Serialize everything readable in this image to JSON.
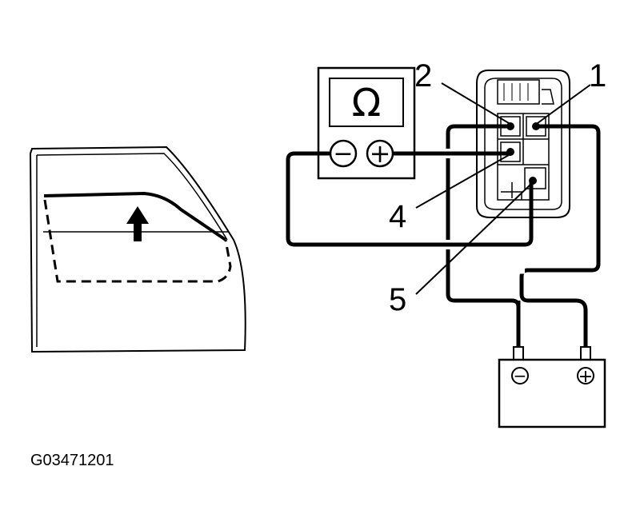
{
  "meter": {
    "unit_symbol": "Ω",
    "neg_symbol": "−",
    "pos_symbol": "+"
  },
  "battery": {
    "neg_symbol": "−",
    "pos_symbol": "+"
  },
  "callouts": [
    "2",
    "1",
    "4",
    "5"
  ],
  "figure_code": "G03471201",
  "window_direction": "up"
}
